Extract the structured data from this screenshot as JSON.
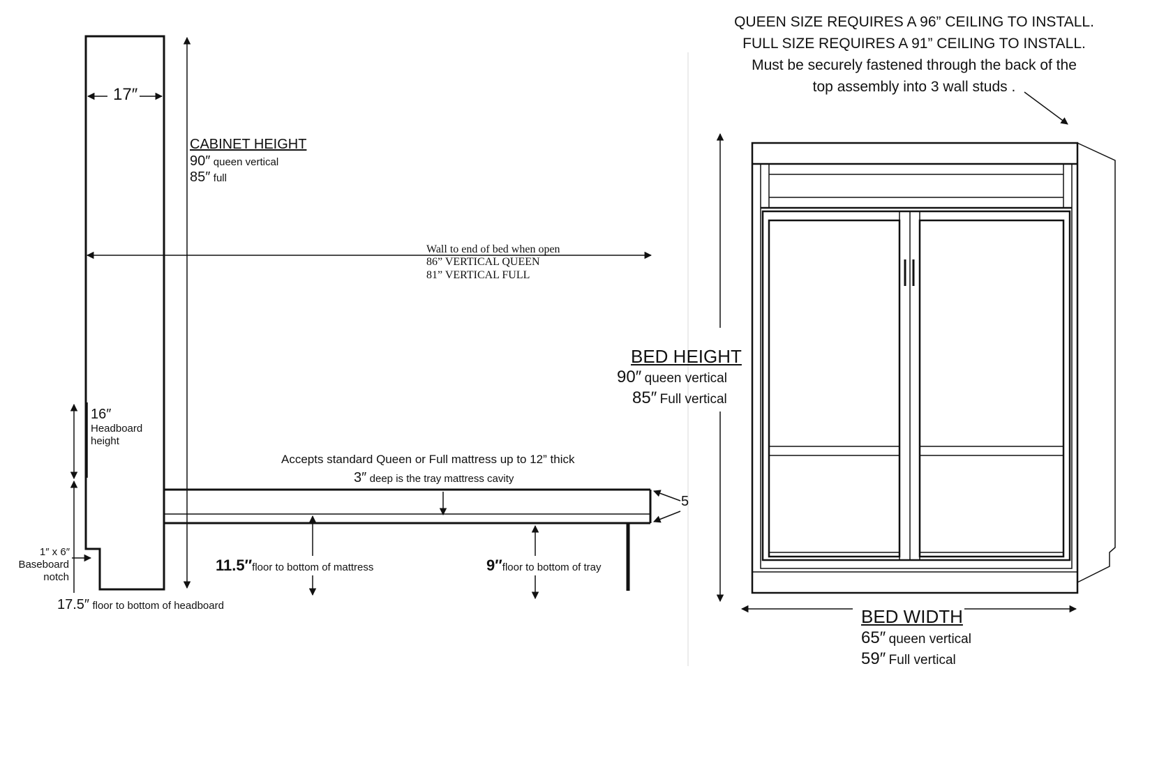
{
  "side_view": {
    "depth": "17″",
    "cabinet_height": {
      "title": "CABINET HEIGHT",
      "queen_value": "90″",
      "queen_label": "queen vertical",
      "full_value": "85″",
      "full_label": "full"
    },
    "wall_to_end": {
      "title": "Wall to end of bed when open",
      "queen": "86” VERTICAL QUEEN",
      "full": "81” VERTICAL FULL"
    },
    "headboard": {
      "value": "16″",
      "label1": "Headboard",
      "label2": "height"
    },
    "baseboard": {
      "line1": "1″ x 6″",
      "line2": "Baseboard",
      "line3": "notch"
    },
    "floor_to_headboard": {
      "value": "17.5″",
      "label": "floor to bottom of headboard"
    },
    "mattress": {
      "accepts": "Accepts standard Queen or Full mattress up to 12” thick",
      "cavity_value": "3″",
      "cavity_label": "deep is the tray mattress cavity"
    },
    "floor_to_mattress": {
      "value": "11.5″",
      "label": "floor to bottom of mattress"
    },
    "floor_to_tray": {
      "value": "9″",
      "label": "floor to bottom of tray"
    },
    "edge_label": "5"
  },
  "front_view": {
    "notes": [
      "QUEEN SIZE REQUIRES A 96” CEILING TO INSTALL.",
      "FULL SIZE REQUIRES A 91” CEILING TO INSTALL.",
      "Must be securely fastened through the  back of the",
      "top assembly into 3 wall studs ."
    ],
    "bed_height": {
      "title": "BED HEIGHT",
      "queen_value": "90″",
      "queen_label": "queen vertical",
      "full_value": "85″",
      "full_label": "Full vertical"
    },
    "bed_width": {
      "title": "BED WIDTH",
      "queen_value": "65″",
      "queen_label": "queen vertical",
      "full_value": "59″",
      "full_label": "Full vertical"
    }
  },
  "colors": {
    "ink": "#111111",
    "background": "#ffffff"
  }
}
